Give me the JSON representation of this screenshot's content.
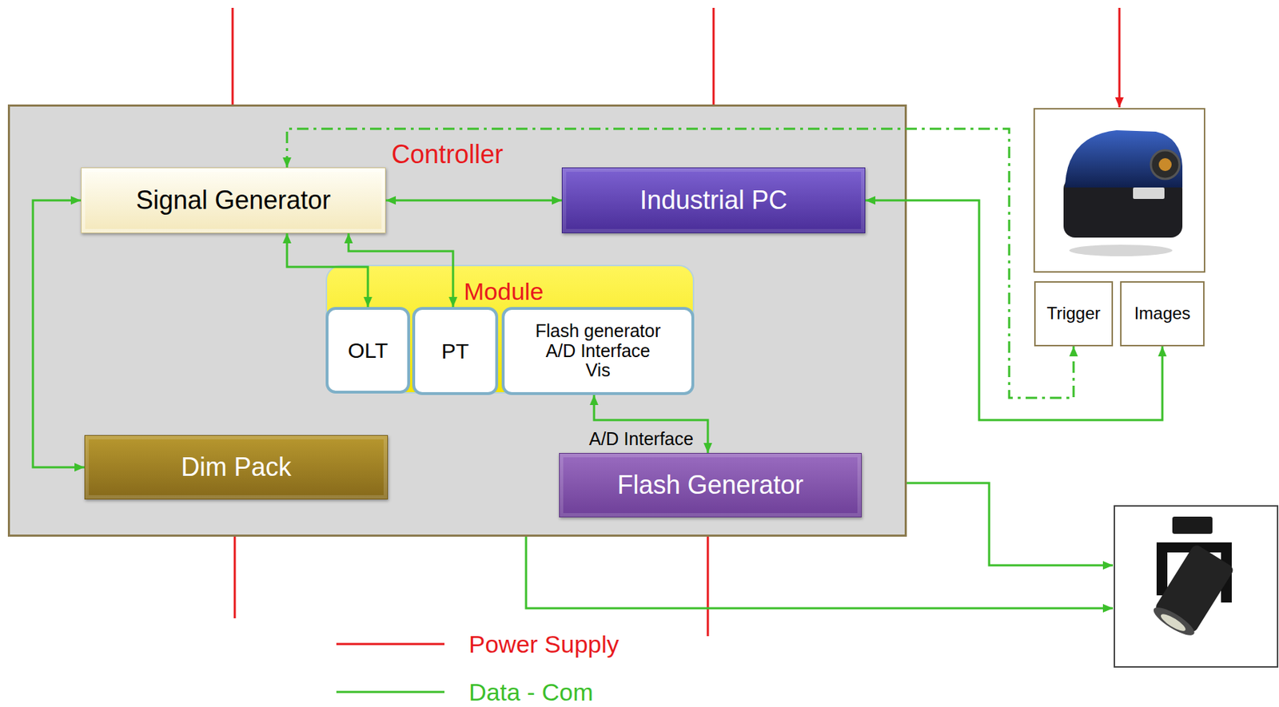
{
  "diagram": {
    "nodes": [
      {
        "text": [
          "Controller"
        ]
      },
      {
        "text": [
          "Signal Generator"
        ],
        "in": 0
      },
      {
        "text": [
          "Industrial PC"
        ],
        "in": 0
      },
      {
        "text": [
          "Module"
        ],
        "in": 0
      },
      {
        "text": [
          "OLT"
        ],
        "in": 3
      },
      {
        "text": [
          "PT"
        ],
        "in": 3
      },
      {
        "text": [
          "Flash generator A/D Interface Vis"
        ],
        "in": 3
      },
      {
        "text": [
          "Dim Pack"
        ],
        "in": 0
      },
      {
        "text": [
          "Flash Generator"
        ],
        "in": 0
      },
      {
        "text": [
          "Trigger"
        ]
      },
      {
        "text": [
          "Images"
        ]
      }
    ],
    "edges": [
      {
        "from": 1,
        "to": 2,
        "arrow": "both"
      },
      {
        "from": 1,
        "to": 7,
        "arrow": "both"
      },
      {
        "from": 1,
        "to": 4,
        "arrow": "both"
      },
      {
        "from": 1,
        "to": 5,
        "arrow": "both"
      },
      {
        "from": 6,
        "to": 8,
        "label": "A/D Interface",
        "arrow": "both"
      },
      {
        "from": 2,
        "to": 10,
        "arrow": "both"
      },
      {
        "from": 1,
        "to": 9,
        "arrow": "both"
      }
    ],
    "legend": [
      {
        "text": "Power Supply"
      },
      {
        "text": "Data - Com"
      }
    ]
  }
}
